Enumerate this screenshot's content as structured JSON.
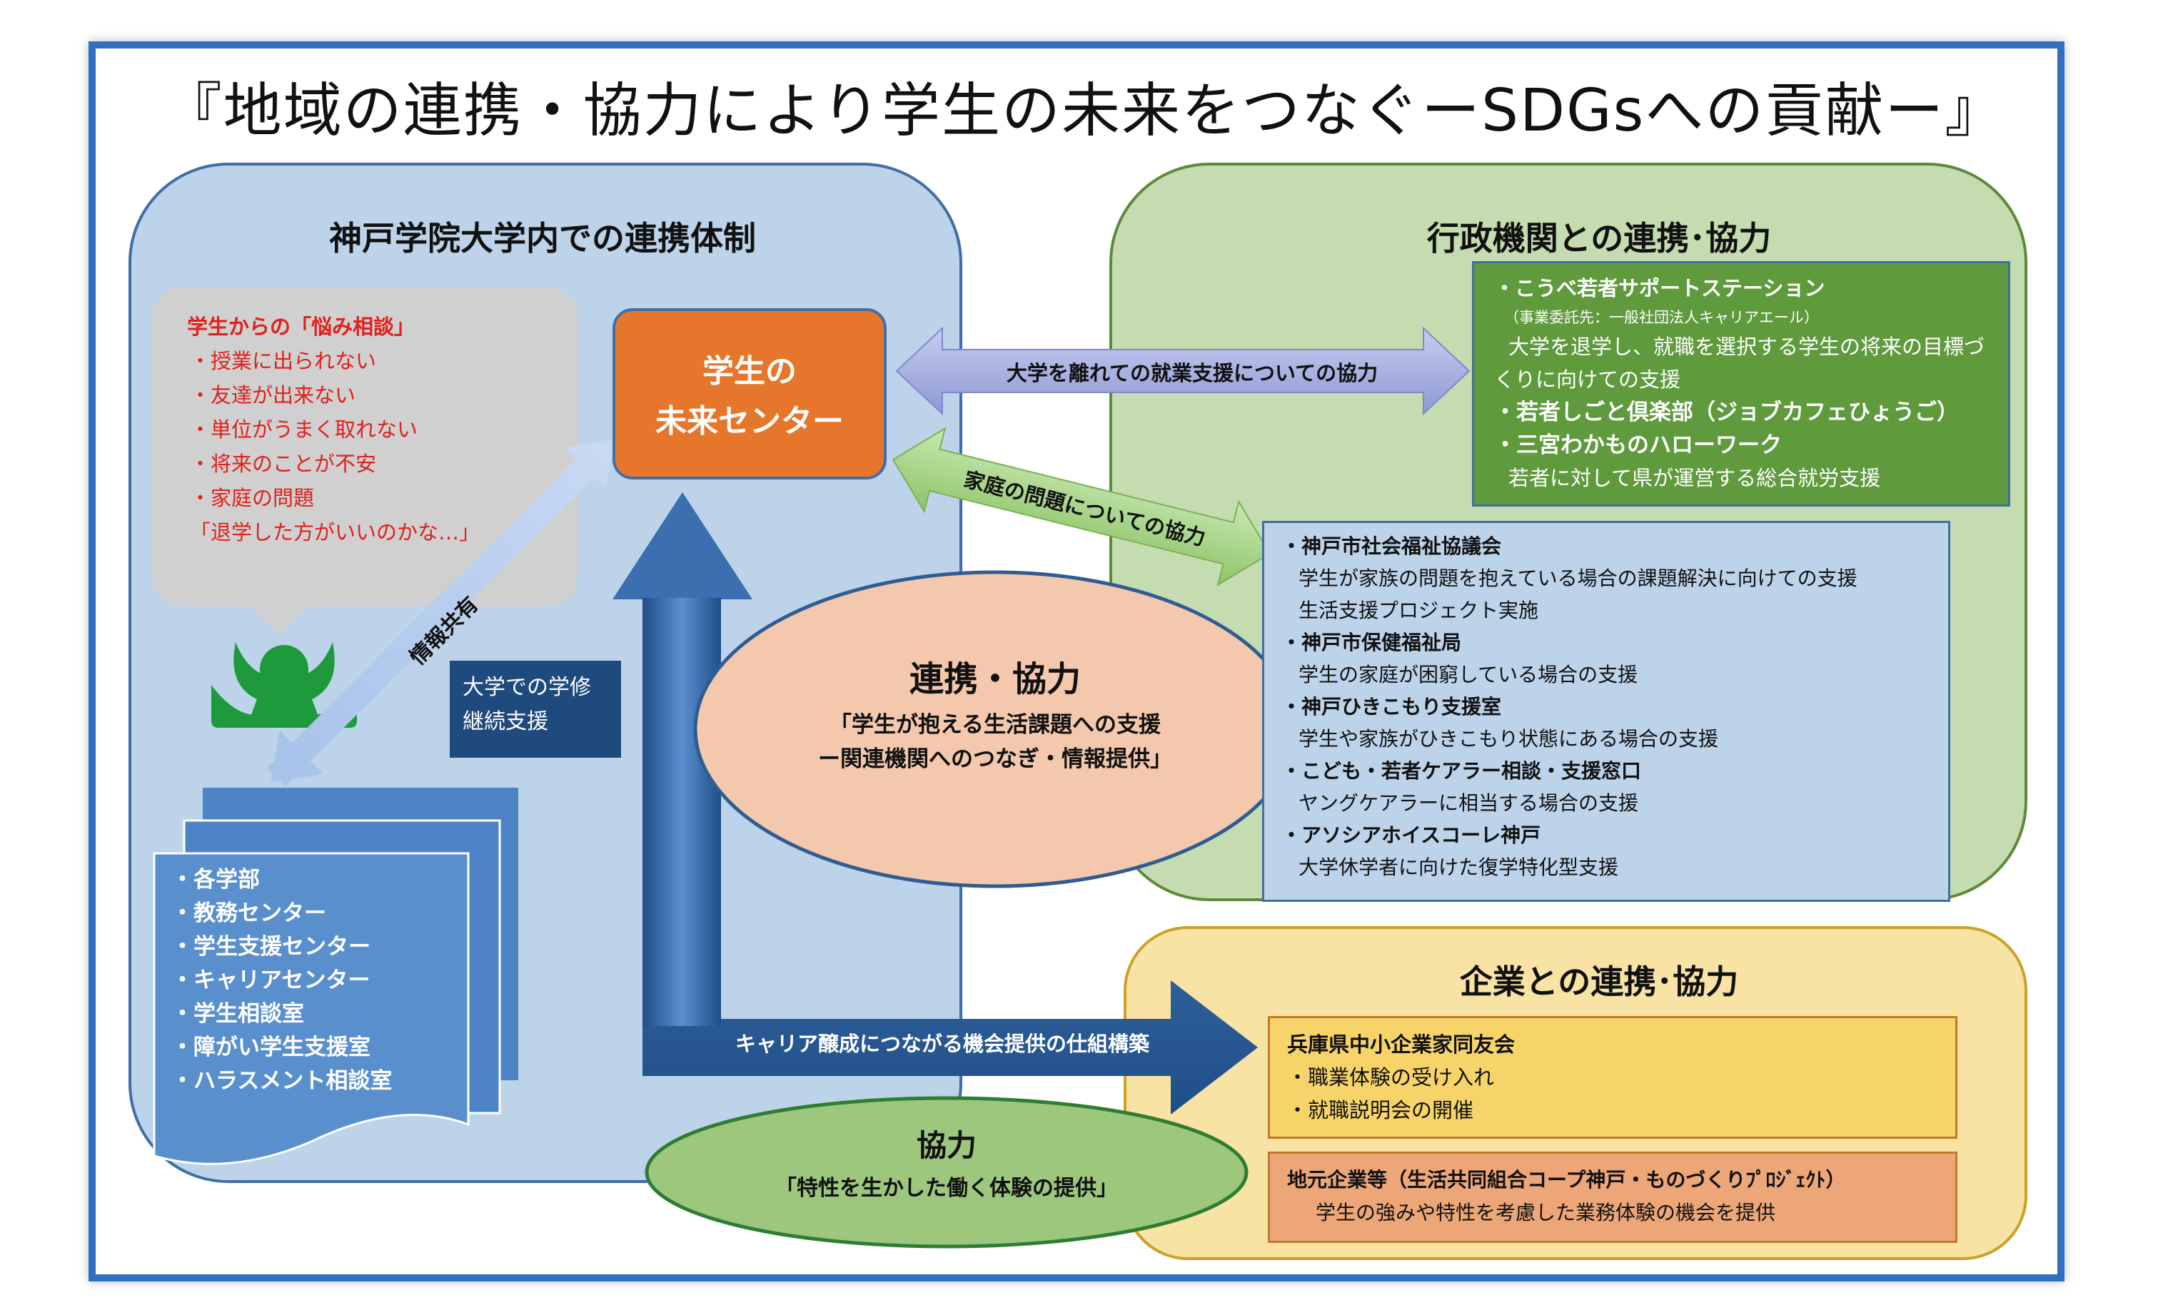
{
  "title": "『地域の連携・協力により学生の未来をつなぐーSDGsへの貢献ー』",
  "colors": {
    "frame": "#2f6fc4",
    "univ_bg": "#bcd3ea",
    "gov_bg": "#c4dcb0",
    "corp_bg": "#f8e3a4",
    "center_box": "#e5762b",
    "ellipse_main": "#f3c8ad",
    "ellipse_green": "#9cc77d",
    "dept_box": "#5a8fcd",
    "bubble": "#d0d0d0",
    "red_text": "#e0201b"
  },
  "univ": {
    "title": "神戸学院大学内での連携体制",
    "worry_head": "学生からの「悩み相談」",
    "worries": [
      "・授業に出られない",
      "・友達が出来ない",
      "・単位がうまく取れない",
      "・将来のことが不安",
      "・家庭の問題",
      "「退学した方がいいのかな…」"
    ],
    "person_icon": "person-hands-on-head-icon",
    "share_label": "情報共有",
    "support_label_1": "大学での学修",
    "support_label_2": "継続支援",
    "departments": [
      "・各学部",
      "・教務センター",
      "・学生支援センター",
      "・キャリアセンター",
      "・学生相談室",
      "・障がい学生支援室",
      "・ハラスメント相談室"
    ]
  },
  "center": {
    "line1": "学生の",
    "line2": "未来センター"
  },
  "cooperation": {
    "title": "連携・協力",
    "line1": "「学生が抱える生活課題への支援",
    "line2": "ー関連機関へのつなぎ・情報提供」"
  },
  "arrows": {
    "employment": "大学を離れての就業支援についての協力",
    "family": "家庭の問題についての協力",
    "career": "キャリア醸成につながる機会提供の仕組構築"
  },
  "gov": {
    "title": "行政機関との連携･協力",
    "kobe_station": "・こうべ若者サポートステーション",
    "kobe_station_sub": "（事業委託先：一般社団法人キャリアエール）",
    "kobe_station_desc_1": "大学を退学し、就職を選択する学生の将来の目標づ",
    "kobe_station_desc_2": "くりに向けての支援",
    "wakamono_club": "・若者しごと倶楽部（ジョブカフェひょうご）",
    "sannomiya": "・三宮わかものハローワーク",
    "sannomiya_desc": "若者に対して県が運営する総合就労支援",
    "welfare": [
      {
        "name": "・神戸市社会福祉協議会",
        "desc": [
          "学生が家族の問題を抱えている場合の課題解決に向けての支援",
          "生活支援プロジェクト実施"
        ]
      },
      {
        "name": "・神戸市保健福祉局",
        "desc": [
          "学生の家庭が困窮している場合の支援"
        ]
      },
      {
        "name": "・神戸ひきこもり支援室",
        "desc": [
          "学生や家族がひきこもり状態にある場合の支援"
        ]
      },
      {
        "name": "・こども・若者ケアラー相談・支援窓口",
        "desc": [
          "ヤングケアラーに相当する場合の支援"
        ]
      },
      {
        "name": "・アソシアホイスコーレ神戸",
        "desc": [
          "大学休学者に向けた復学特化型支援"
        ]
      }
    ]
  },
  "corp": {
    "title": "企業との連携･協力",
    "hyogo_name": "兵庫県中小企業家同友会",
    "hyogo_items": [
      "・職業体験の受け入れ",
      "・就職説明会の開催"
    ],
    "local_name": "地元企業等（生活共同組合コープ神戸・ものづくりﾌﾟﾛｼﾞｪｸﾄ）",
    "local_desc": "学生の強みや特性を考慮した業務体験の機会を提供"
  },
  "kyoryoku": {
    "title": "協力",
    "desc": "「特性を生かした働く体験の提供」"
  }
}
